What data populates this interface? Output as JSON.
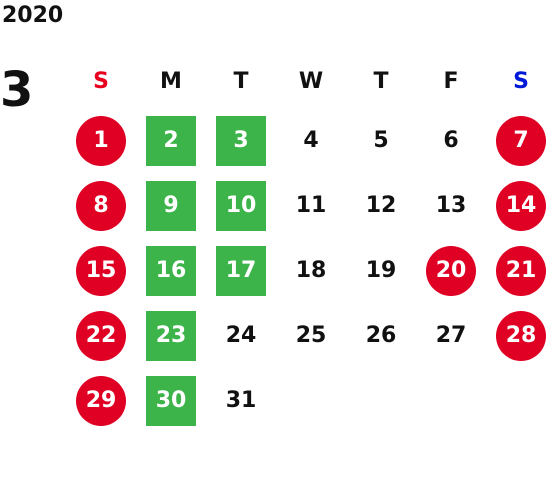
{
  "year": "2020",
  "month": "3",
  "colors": {
    "sunday_label": "#e8001f",
    "saturday_label": "#0018d8",
    "holiday_fill": "#df0024",
    "closed_fill": "#3cb44a",
    "text": "#111111"
  },
  "weekdays": [
    {
      "label": "S",
      "kind": "sun"
    },
    {
      "label": "M",
      "kind": "wk"
    },
    {
      "label": "T",
      "kind": "wk"
    },
    {
      "label": "W",
      "kind": "wk"
    },
    {
      "label": "T",
      "kind": "wk"
    },
    {
      "label": "F",
      "kind": "wk"
    },
    {
      "label": "S",
      "kind": "sat"
    }
  ],
  "weeks": [
    [
      {
        "day": "1",
        "style": "holiday"
      },
      {
        "day": "2",
        "style": "closed"
      },
      {
        "day": "3",
        "style": "closed"
      },
      {
        "day": "4",
        "style": "normal"
      },
      {
        "day": "5",
        "style": "normal"
      },
      {
        "day": "6",
        "style": "normal"
      },
      {
        "day": "7",
        "style": "holiday"
      }
    ],
    [
      {
        "day": "8",
        "style": "holiday"
      },
      {
        "day": "9",
        "style": "closed"
      },
      {
        "day": "10",
        "style": "closed"
      },
      {
        "day": "11",
        "style": "normal"
      },
      {
        "day": "12",
        "style": "normal"
      },
      {
        "day": "13",
        "style": "normal"
      },
      {
        "day": "14",
        "style": "holiday"
      }
    ],
    [
      {
        "day": "15",
        "style": "holiday"
      },
      {
        "day": "16",
        "style": "closed"
      },
      {
        "day": "17",
        "style": "closed"
      },
      {
        "day": "18",
        "style": "normal"
      },
      {
        "day": "19",
        "style": "normal"
      },
      {
        "day": "20",
        "style": "holiday"
      },
      {
        "day": "21",
        "style": "holiday"
      }
    ],
    [
      {
        "day": "22",
        "style": "holiday"
      },
      {
        "day": "23",
        "style": "closed"
      },
      {
        "day": "24",
        "style": "normal"
      },
      {
        "day": "25",
        "style": "normal"
      },
      {
        "day": "26",
        "style": "normal"
      },
      {
        "day": "27",
        "style": "normal"
      },
      {
        "day": "28",
        "style": "holiday"
      }
    ],
    [
      {
        "day": "29",
        "style": "holiday"
      },
      {
        "day": "30",
        "style": "closed"
      },
      {
        "day": "31",
        "style": "normal"
      },
      {
        "day": "",
        "style": "empty"
      },
      {
        "day": "",
        "style": "empty"
      },
      {
        "day": "",
        "style": "empty"
      },
      {
        "day": "",
        "style": "empty"
      }
    ]
  ]
}
